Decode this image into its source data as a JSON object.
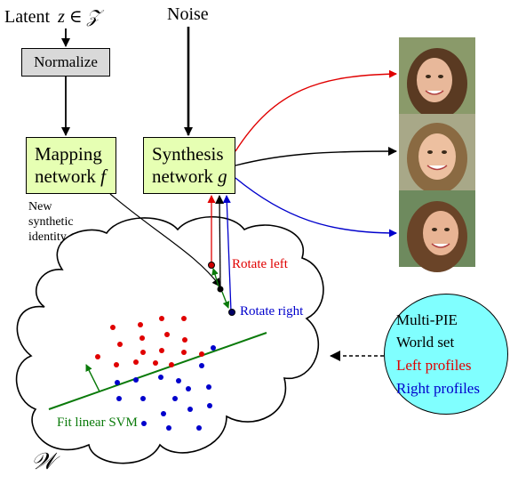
{
  "latent_label": "Latent",
  "latent_symbol": "z ∈ 𝒵",
  "noise_label": "Noise",
  "normalize_label": "Normalize",
  "mapping_network": {
    "line1": "Mapping",
    "line2": "network",
    "symbol": "f"
  },
  "synthesis_network": {
    "line1": "Synthesis",
    "line2": "network",
    "symbol": "g"
  },
  "new_identity_label": [
    "New",
    "synthetic",
    "identity"
  ],
  "rotate_left_label": "Rotate left",
  "rotate_right_label": "Rotate right",
  "svm_label": "Fit linear SVM",
  "w_space_label": "𝒲",
  "multipie": {
    "line1": "Multi-PIE",
    "line2": "World set",
    "line3": "Left profiles",
    "line4": "Right profiles"
  },
  "faces": [
    "face-left-profile-icon",
    "face-frontal-icon",
    "face-right-profile-icon"
  ],
  "colors": {
    "left": "#e00000",
    "right": "#0000cc",
    "svm": "#0a7a0a",
    "box_green": "#e6ffb3",
    "box_gray": "#d9d9d9",
    "cyan": "#80ffff"
  },
  "red_points": 17,
  "blue_points": 17
}
